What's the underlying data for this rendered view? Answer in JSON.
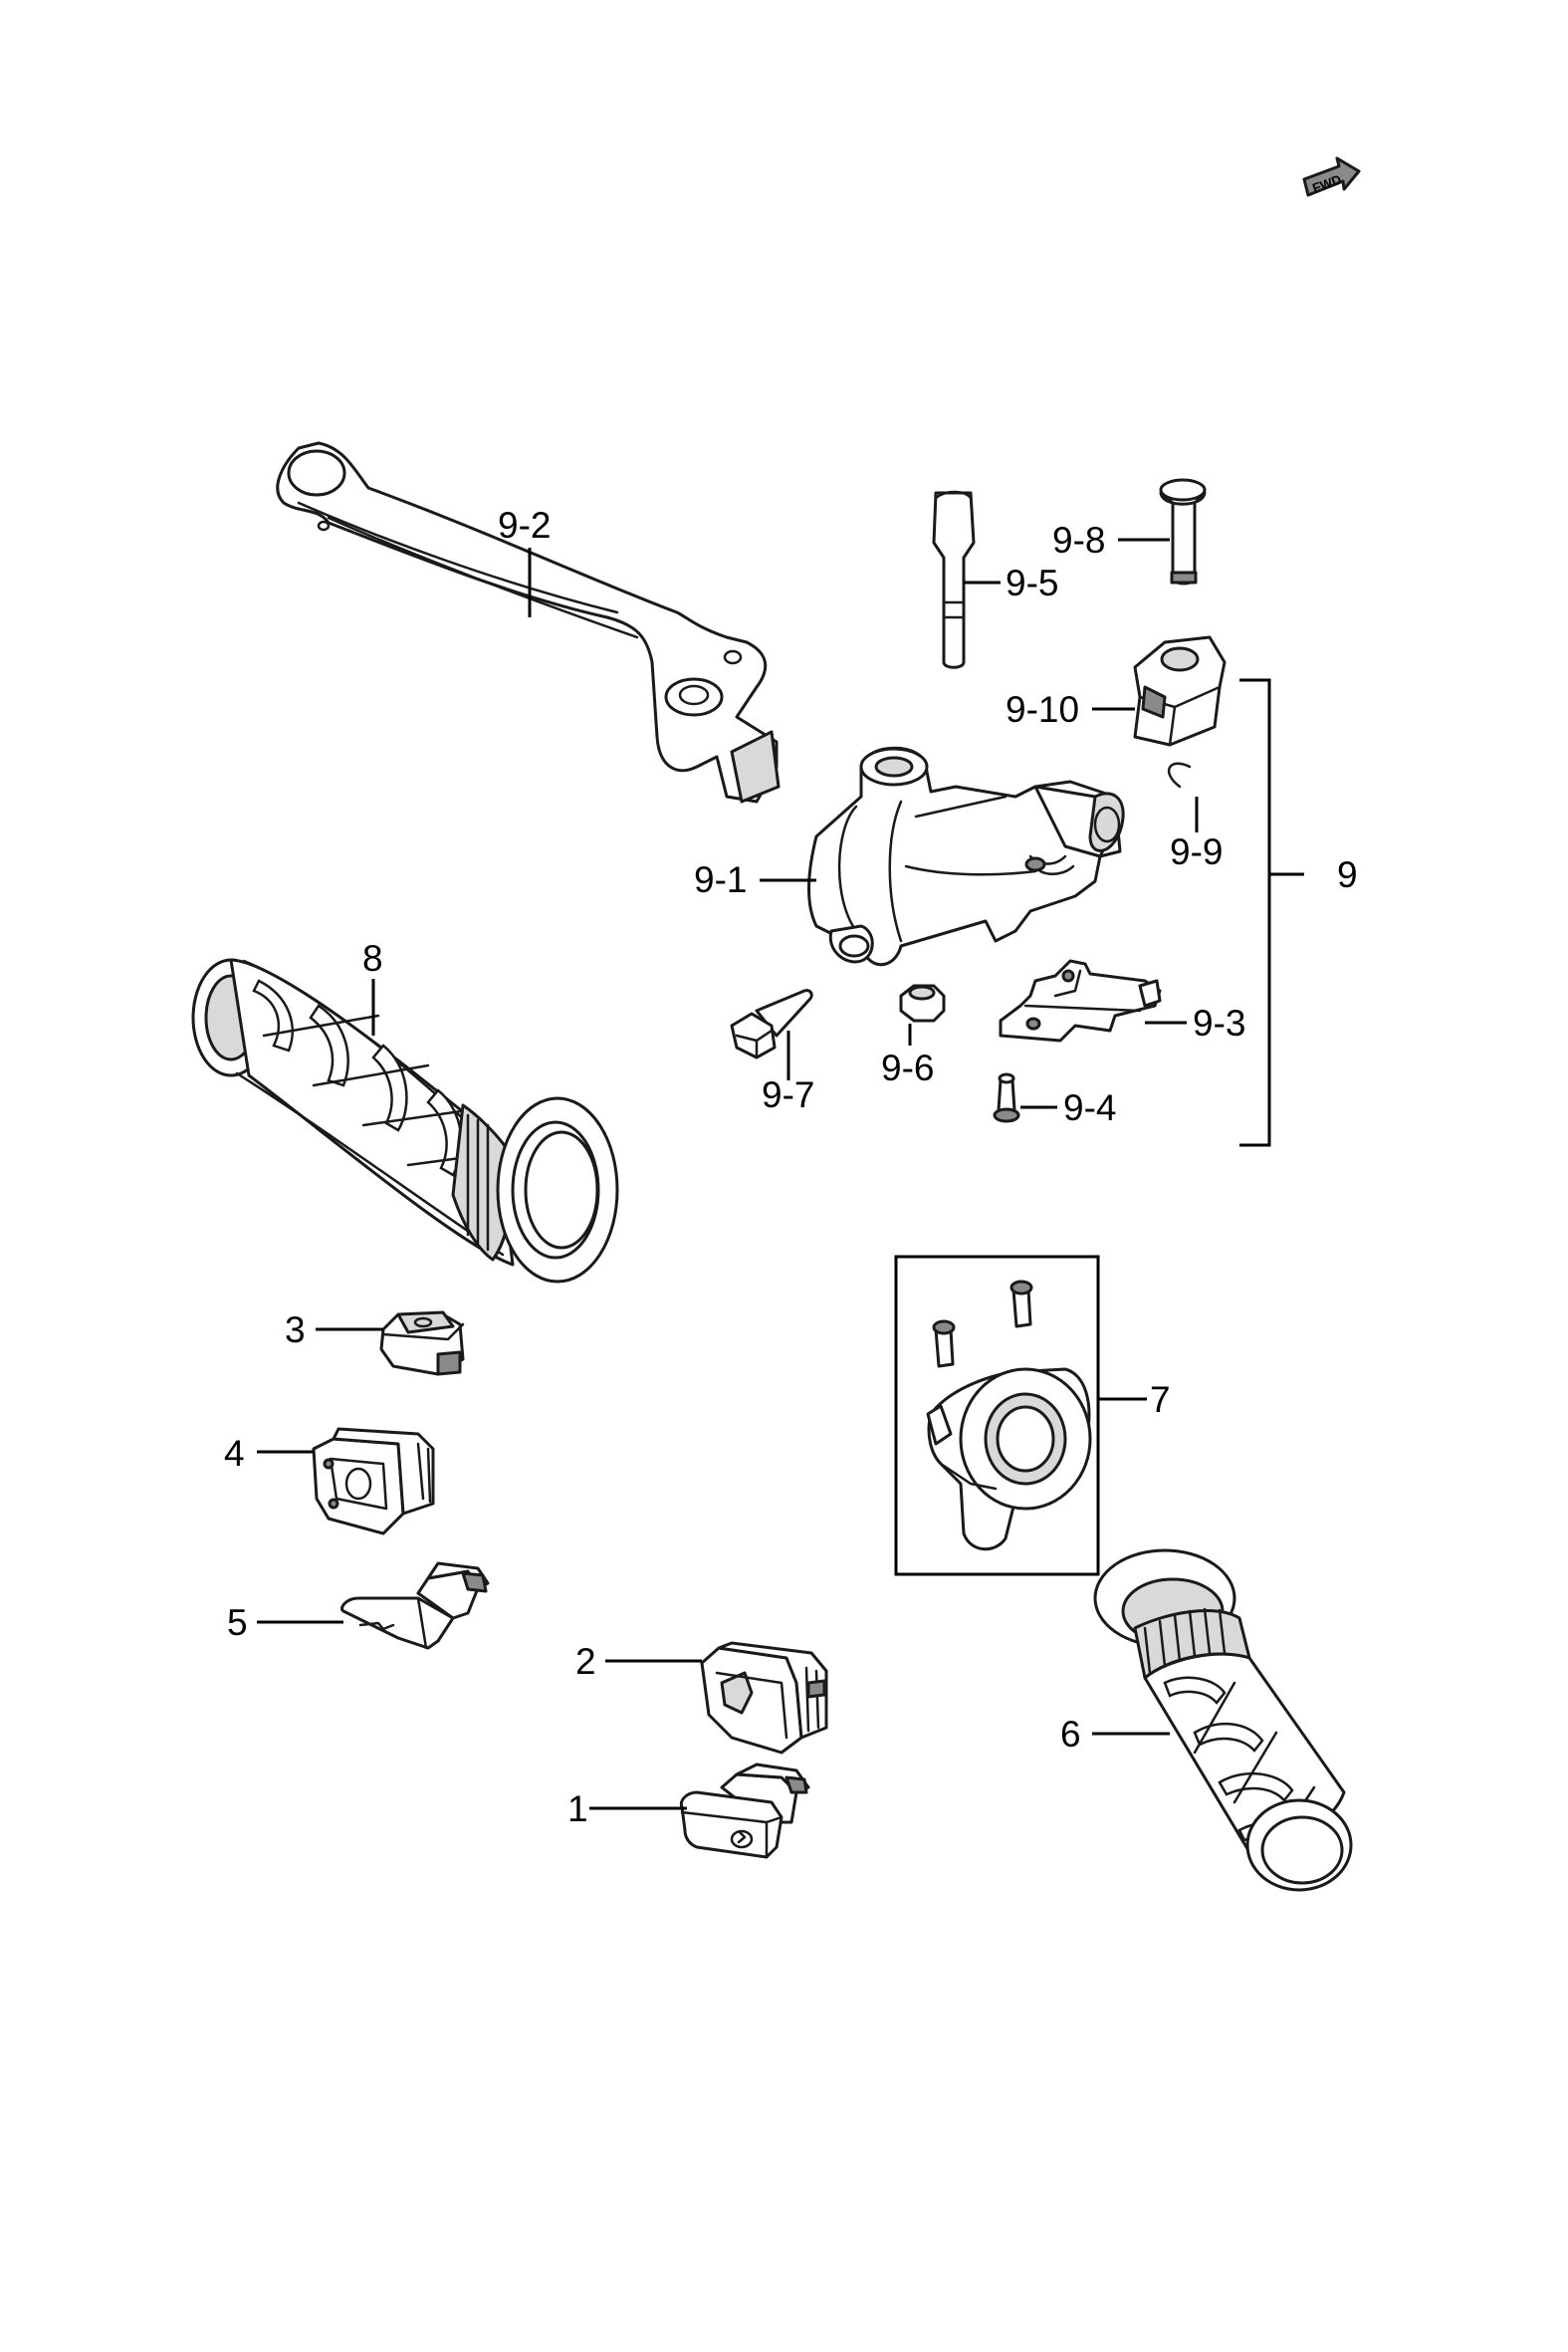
{
  "fwd_arrow": {
    "text": "FWD"
  },
  "callouts": {
    "p9_2": "9-2",
    "p9_8": "9-8",
    "p9_5": "9-5",
    "p9_10": "9-10",
    "p9_9": "9-9",
    "p9": "9",
    "p9_1": "9-1",
    "p8": "8",
    "p9_3": "9-3",
    "p9_7": "9-7",
    "p9_6": "9-6",
    "p9_4": "9-4",
    "p3": "3",
    "p7": "7",
    "p4": "4",
    "p5": "5",
    "p2": "2",
    "p6": "6",
    "p1": "1"
  },
  "parts": {
    "lever": "brake-lever",
    "bracket": "master-cylinder-bracket",
    "grip_left": "handlebar-grip-left",
    "grip_right": "throttle-grip",
    "throttle_housing": "throttle-housing",
    "switches": [
      "start-switch",
      "dimmer-switch",
      "switch-3",
      "hazard-switch",
      "horn-switch"
    ]
  }
}
